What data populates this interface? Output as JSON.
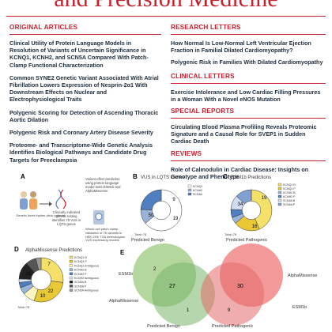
{
  "journal_title": "and Precision Medicine",
  "sections": {
    "original_articles": {
      "heading": "ORIGINAL ARTICLES",
      "items": [
        "Clinical Utility of Protein Language Models in Resolution of Variants of Uncertain Significance in KCNQ1, KCNH2, and SCN5A Compared With Patch-Clamp Functional Characterization",
        "Common SYNE2 Genetic Variant Associated With Atrial Fibrillation Lowers Expression of Nesprin-2α1 With Downstream Effects on Nuclear and Electrophysiological Traits",
        "Polygenic Scoring for Detection of Ascending Thoracic Aortic Dilation",
        "Polygenic Risk and Coronary Artery Disease Severity",
        "Proteome- and Transcriptome-Wide Genetic Analysis Identifies Biological Pathways and Candidate Drug Targets for Preeclampsia"
      ]
    },
    "research_letters": {
      "heading": "RESEARCH LETTERS",
      "items": [
        "How Normal Is Low-Normal Left Ventricular Ejection Fraction in Familial Dilated Cardiomyopathy?",
        "Polygenic Risk in Families With Dilated Cardiomyopathy"
      ]
    },
    "clinical_letters": {
      "heading": "CLINICAL LETTERS",
      "items": [
        "Exercise Intolerance and Low Cardiac Filling Pressures in a Woman With a Novel eNOS Mutation"
      ]
    },
    "special_reports": {
      "heading": "SPECIAL REPORTS",
      "items": [
        "Circulating Blood Plasma Profiling Reveals Proteomic Signature and a Causal Role for SVEP1 in Sudden Cardiac Death"
      ]
    },
    "reviews": {
      "heading": "REVIEWS",
      "items": [
        "Role of Calmodulin in Cardiac Disease: Insights on Genotype and Phenotype"
      ]
    }
  },
  "figure": {
    "panel_a": {
      "letter": "A",
      "patients": "Genetic heart rhythm clinic patients",
      "testing": "Clinically indicated genetic testing identifies 78 VUS in LQTS genes",
      "prediction": "Variant effect prediction using protein language model tools ESM1b and AlphaMissense",
      "patch": "Whole-cell patch clamp validation of 78 variants in HEK-293/ TSA heterologous VUS expressing models"
    },
    "panel_b": {
      "letter": "B",
      "title": "VUS in LQTS Genes",
      "legend": [
        "KCNQ1",
        "KCNH2",
        "SCN5A"
      ],
      "labels": [
        "50",
        "9",
        "19"
      ],
      "values": [
        50,
        9,
        19
      ],
      "colors": [
        "#ffffff",
        "#9ab4d9",
        "#4f7fc0"
      ],
      "total": "Total=78"
    },
    "panel_c": {
      "letter": "C",
      "title": "ESM1b Predictions",
      "legend": [
        "KCNQ1 B",
        "KCNQ1 P",
        "KCNH2 B",
        "KCNH2 P",
        "SCN5A B",
        "SCN5A P"
      ],
      "labels": [
        "34",
        "16",
        "19"
      ],
      "values": [
        34,
        16,
        4,
        5,
        9,
        10
      ],
      "colors": [
        "#f5e06a",
        "#e8c935",
        "#9ab4d9",
        "#4f7fc0",
        "#cfdcef",
        "#7fa0d1"
      ],
      "total": "Total=78"
    },
    "panel_d": {
      "letter": "D",
      "title": "AlphaMissense Predictions",
      "legend": [
        "KCNQ1 B",
        "KCNQ1 P",
        "KCNQ1 Ambiguous",
        "KCNH2 B",
        "KCNH2 P",
        "KCNH2 Ambiguous",
        "SCN5A B",
        "SCN5A P",
        "SCN5A Ambiguous"
      ],
      "labels": [
        "21",
        "22",
        "7",
        "10"
      ],
      "values": [
        21,
        22,
        7,
        4,
        3,
        2,
        10,
        6,
        3
      ],
      "colors": [
        "#f5e06a",
        "#e8c935",
        "#fff7c2",
        "#9ab4d9",
        "#4f7fc0",
        "#dfe8f5",
        "#222222",
        "#555555",
        "#999999"
      ],
      "total": "Total=78"
    },
    "panel_e": {
      "letter": "E",
      "top_benign": "Predicted Benign",
      "top_pathogenic": "Predicted Pathogenic",
      "bottom_benign": "Predicted Benign",
      "bottom_pathogenic": "Predicted Pathogenic",
      "left_upper": "ESM1b",
      "left_lower": "AlphaMissense",
      "right_upper": "AlphaMissense",
      "right_lower": "ESM1b",
      "n_left_top": "2",
      "n_overlap_left": "27",
      "n_overlap_right": "30",
      "n_left_bottom": "1",
      "n_right_bottom": "9"
    }
  }
}
